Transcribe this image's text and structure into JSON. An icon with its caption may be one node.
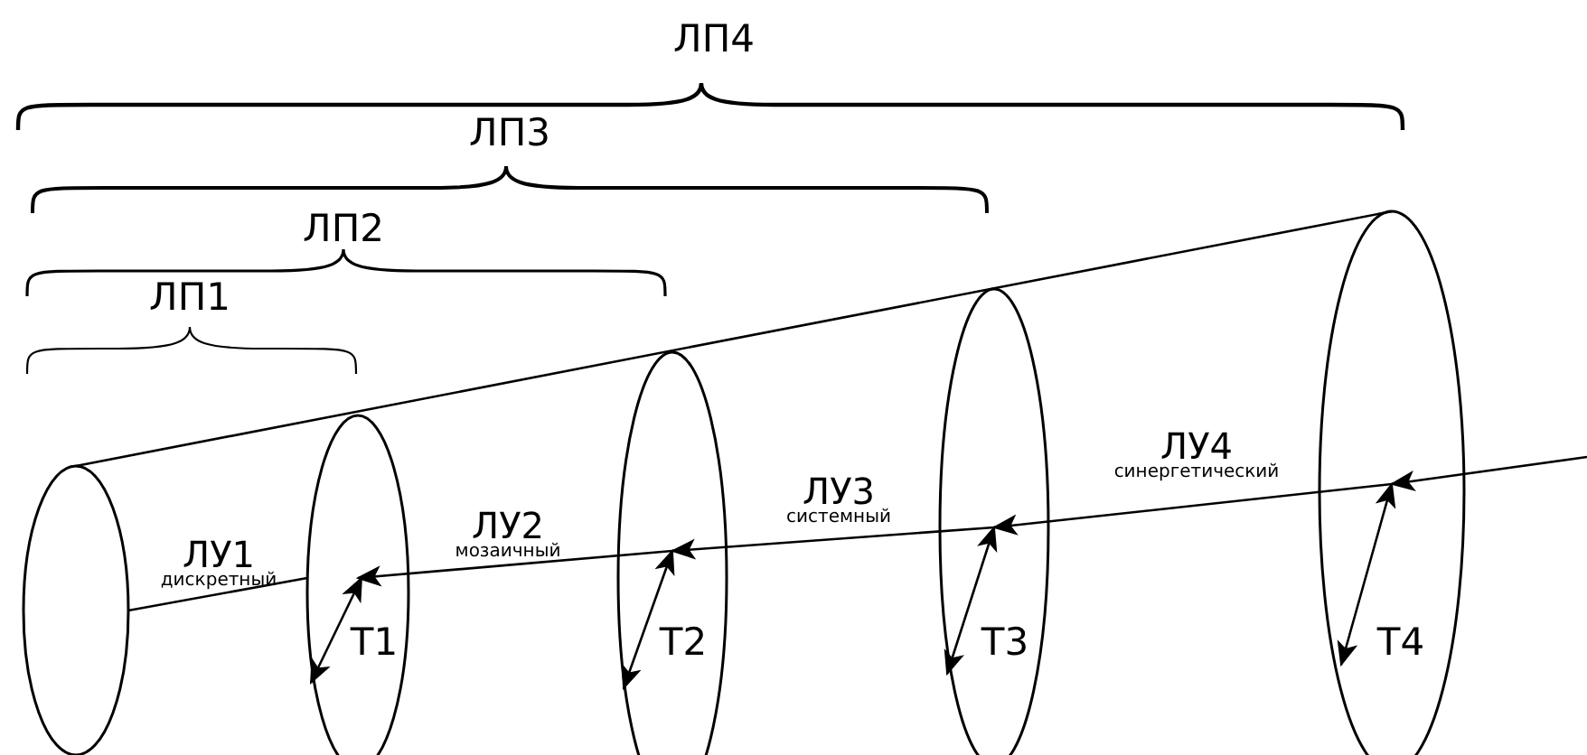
{
  "diagram": {
    "nodes": [
      {
        "text": [],
        "shape": "ellipse"
      },
      {
        "text": [],
        "shape": "ellipse"
      },
      {
        "text": [],
        "shape": "ellipse"
      },
      {
        "text": [],
        "shape": "ellipse"
      },
      {
        "text": [],
        "shape": "ellipse"
      }
    ],
    "edges": [
      {
        "from": null,
        "to": 4,
        "arrow": "to"
      },
      {
        "from": 4,
        "to": 3,
        "arrow": "to"
      },
      {
        "from": 3,
        "to": 2,
        "arrow": "to"
      },
      {
        "from": 2,
        "to": 1,
        "arrow": "to"
      },
      {
        "from": 1,
        "to": 0,
        "arrow": "none"
      }
    ],
    "labels": [
      "ЛП4",
      "ЛП3",
      "ЛП2",
      "ЛП1",
      "ЛУ4",
      "синергетический",
      "ЛУ3",
      "системный",
      "ЛУ2",
      "мозаичный",
      "ЛУ1",
      "дискретный",
      "T1",
      "T2",
      "T3",
      "T4"
    ]
  }
}
